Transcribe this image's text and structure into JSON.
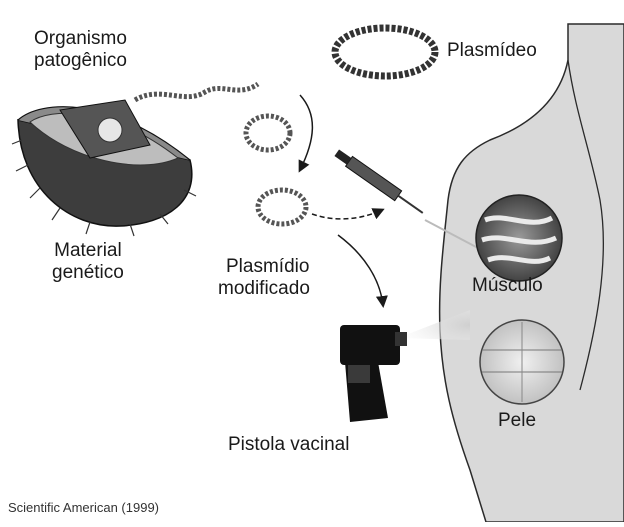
{
  "labels": {
    "organismo_line1": "Organismo",
    "organismo_line2": "patogênico",
    "plasmideo": "Plasmídeo",
    "material_line1": "Material",
    "material_line2": "genético",
    "plasmidio_line1": "Plasmídio",
    "plasmidio_line2": "modificado",
    "musculo": "Músculo",
    "pele": "Pele",
    "pistola": "Pistola vacinal"
  },
  "credit": "Scientific American (1999)",
  "icons": [
    "pathogen-icon",
    "plasmid-icon",
    "syringe-icon",
    "vaccine-gun-icon",
    "muscle-tissue-icon",
    "skin-tissue-icon",
    "human-body-silhouette"
  ],
  "colors": {
    "body_fill": "#d9d9d9",
    "ink": "#1a1a1a"
  }
}
